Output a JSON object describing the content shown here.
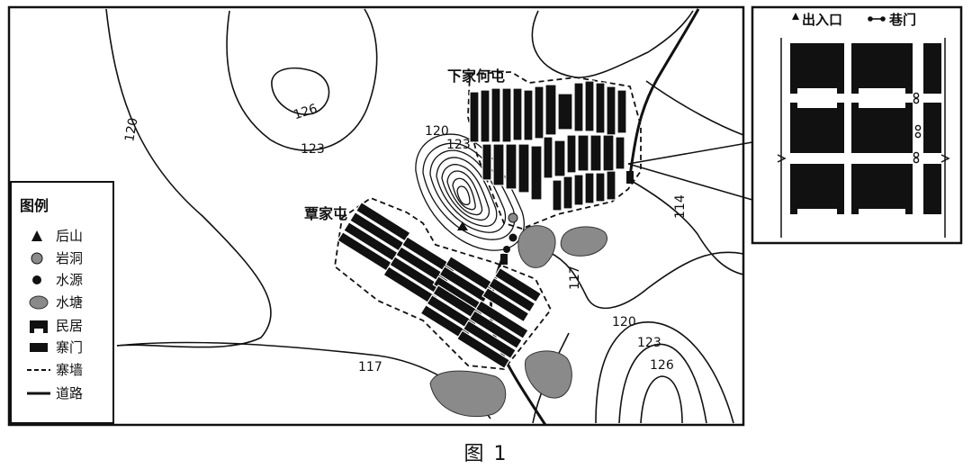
{
  "figure": {
    "caption": "图 1"
  },
  "map": {
    "contours": [
      {
        "id": "c120-w",
        "label": "120"
      },
      {
        "id": "c123-nw",
        "label": "123"
      },
      {
        "id": "c126-nw",
        "label": "126"
      },
      {
        "id": "c120-hill",
        "label": "120"
      },
      {
        "id": "c123-hill",
        "label": "123"
      },
      {
        "id": "c114",
        "label": "114"
      },
      {
        "id": "c117-e",
        "label": "117"
      },
      {
        "id": "c117-s",
        "label": "117"
      },
      {
        "id": "c120-se",
        "label": "120"
      },
      {
        "id": "c123-se",
        "label": "123"
      },
      {
        "id": "c126-se",
        "label": "126"
      }
    ],
    "villages": [
      {
        "id": "xiajiahe",
        "name": "下家何屯"
      },
      {
        "id": "tanjia",
        "name": "覃家屯"
      }
    ],
    "colors": {
      "ink": "#111111",
      "pond": "#8a8a8a",
      "paper": "#ffffff"
    }
  },
  "legend": {
    "title": "图例",
    "items": [
      {
        "icon": "triangle-icon",
        "label": "后山"
      },
      {
        "icon": "gray-dot-icon",
        "label": "岩洞"
      },
      {
        "icon": "black-dot-icon",
        "label": "水源"
      },
      {
        "icon": "pond-blob-icon",
        "label": "水塘"
      },
      {
        "icon": "house-icon",
        "label": "民居"
      },
      {
        "icon": "gate-icon",
        "label": "寨门"
      },
      {
        "icon": "dashed-line-icon",
        "label": "寨墙"
      },
      {
        "icon": "solid-line-icon",
        "label": "道路"
      }
    ]
  },
  "inset": {
    "entrance_label": "出入口",
    "lane_gate_label": "巷门"
  }
}
